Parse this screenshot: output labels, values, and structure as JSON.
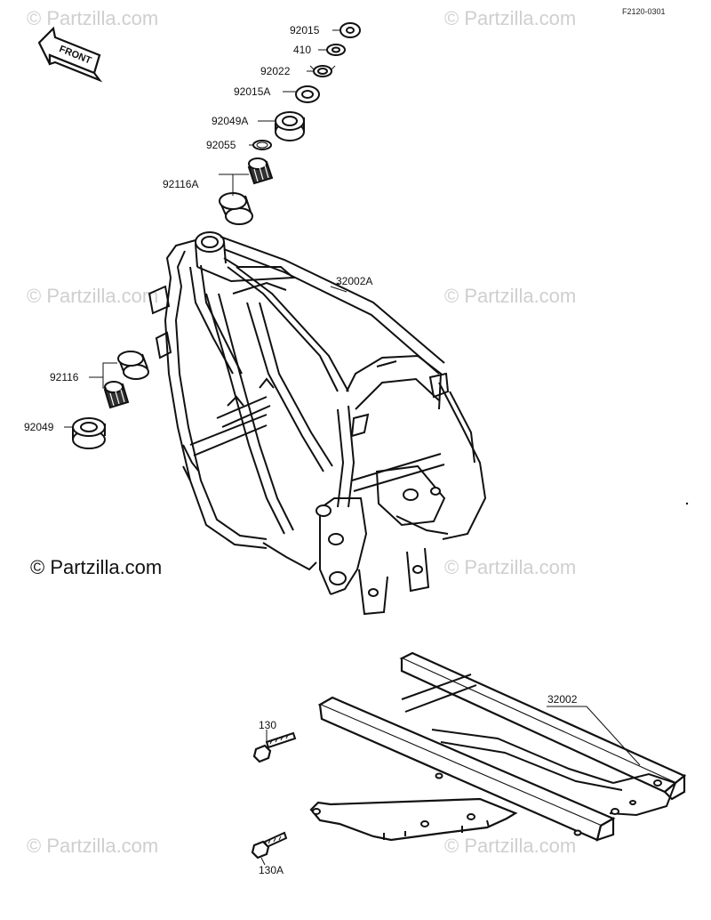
{
  "diagram_code": "F2120-0301",
  "front_label": "FRONT",
  "watermark": "© Partzilla.com",
  "watermark_main": "© Partzilla.com",
  "parts": {
    "p92015": "92015",
    "p410": "410",
    "p92022": "92022",
    "p92015A": "92015A",
    "p92049A": "92049A",
    "p92055": "92055",
    "p92116A": "92116A",
    "p32002A": "32002A",
    "p92116": "92116",
    "p92049": "92049",
    "p32002": "32002",
    "p130": "130",
    "p130A": "130A"
  }
}
